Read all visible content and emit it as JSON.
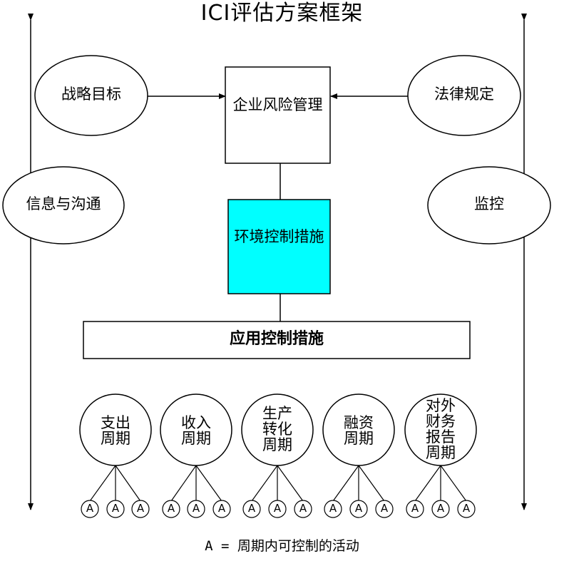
{
  "title": "ICI评估方案框架",
  "ovals": {
    "strategy": "战略目标",
    "law": "法律规定",
    "info": "信息与沟通",
    "monitor": "监控"
  },
  "boxes": {
    "erm": "企业风险管理",
    "env": "环境控制措施",
    "app": "应用控制措施"
  },
  "cycles": [
    {
      "label": "支出\n周期",
      "activities": [
        "A",
        "A",
        "A"
      ]
    },
    {
      "label": "收入\n周期",
      "activities": [
        "A",
        "A",
        "A"
      ]
    },
    {
      "label": "生产\n转化\n周期",
      "activities": [
        "A",
        "A",
        "A"
      ]
    },
    {
      "label": "融资\n周期",
      "activities": [
        "A",
        "A",
        "A"
      ]
    },
    {
      "label": "对外\n财务\n报告\n周期",
      "activities": [
        "A",
        "A",
        "A"
      ]
    }
  ],
  "legend": "A = 周期内可控制的活动",
  "colors": {
    "env_fill": "#00ffff",
    "line": "#000000",
    "background": "#ffffff"
  }
}
